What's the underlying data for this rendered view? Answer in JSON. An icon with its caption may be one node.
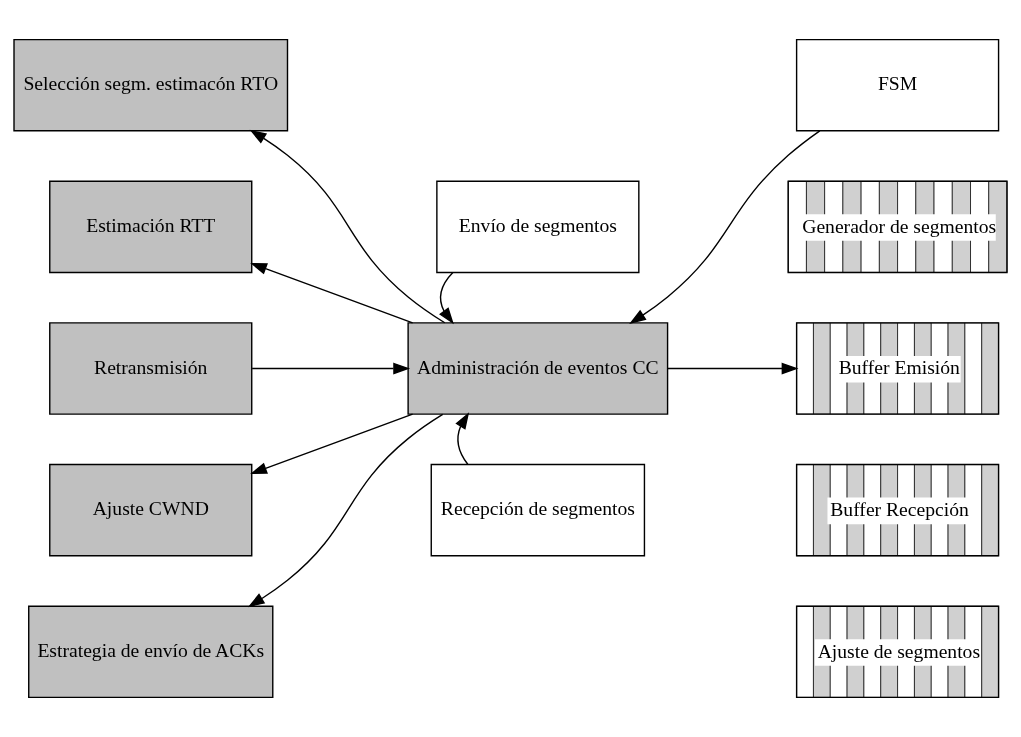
{
  "diagram": {
    "nodes": [
      {
        "text": [
          "Selección segm. estimacón RTO"
        ]
      },
      {
        "text": [
          "Envío de segmentos"
        ]
      },
      {
        "text": [
          "FSM"
        ]
      },
      {
        "text": [
          "Estimación RTT"
        ]
      },
      {
        "text": [
          "Generador de segmentos"
        ]
      },
      {
        "text": [
          "Retransmisión"
        ]
      },
      {
        "text": [
          "Administración de eventos CC"
        ]
      },
      {
        "text": [
          "Buffer Emisión"
        ]
      },
      {
        "text": [
          "Ajuste CWND"
        ]
      },
      {
        "text": [
          "Buffer Recepción"
        ]
      },
      {
        "text": [
          "Estrategia de envío de ACKs"
        ]
      },
      {
        "text": [
          "Recepción de segmentos"
        ]
      },
      {
        "text": [
          "Ajuste de segmentos"
        ]
      }
    ],
    "edges": [
      {
        "from": 6,
        "to": 0,
        "arrow": "to"
      },
      {
        "from": 1,
        "to": 6,
        "arrow": "to"
      },
      {
        "from": 2,
        "to": 6,
        "arrow": "to"
      },
      {
        "from": 6,
        "to": 3,
        "arrow": "to"
      },
      {
        "from": 5,
        "to": 6,
        "arrow": "to"
      },
      {
        "from": 6,
        "to": 7,
        "arrow": "to"
      },
      {
        "from": 6,
        "to": 8,
        "arrow": "to"
      },
      {
        "from": 11,
        "to": 6,
        "arrow": "to"
      },
      {
        "from": 6,
        "to": 10,
        "arrow": "to"
      }
    ]
  }
}
